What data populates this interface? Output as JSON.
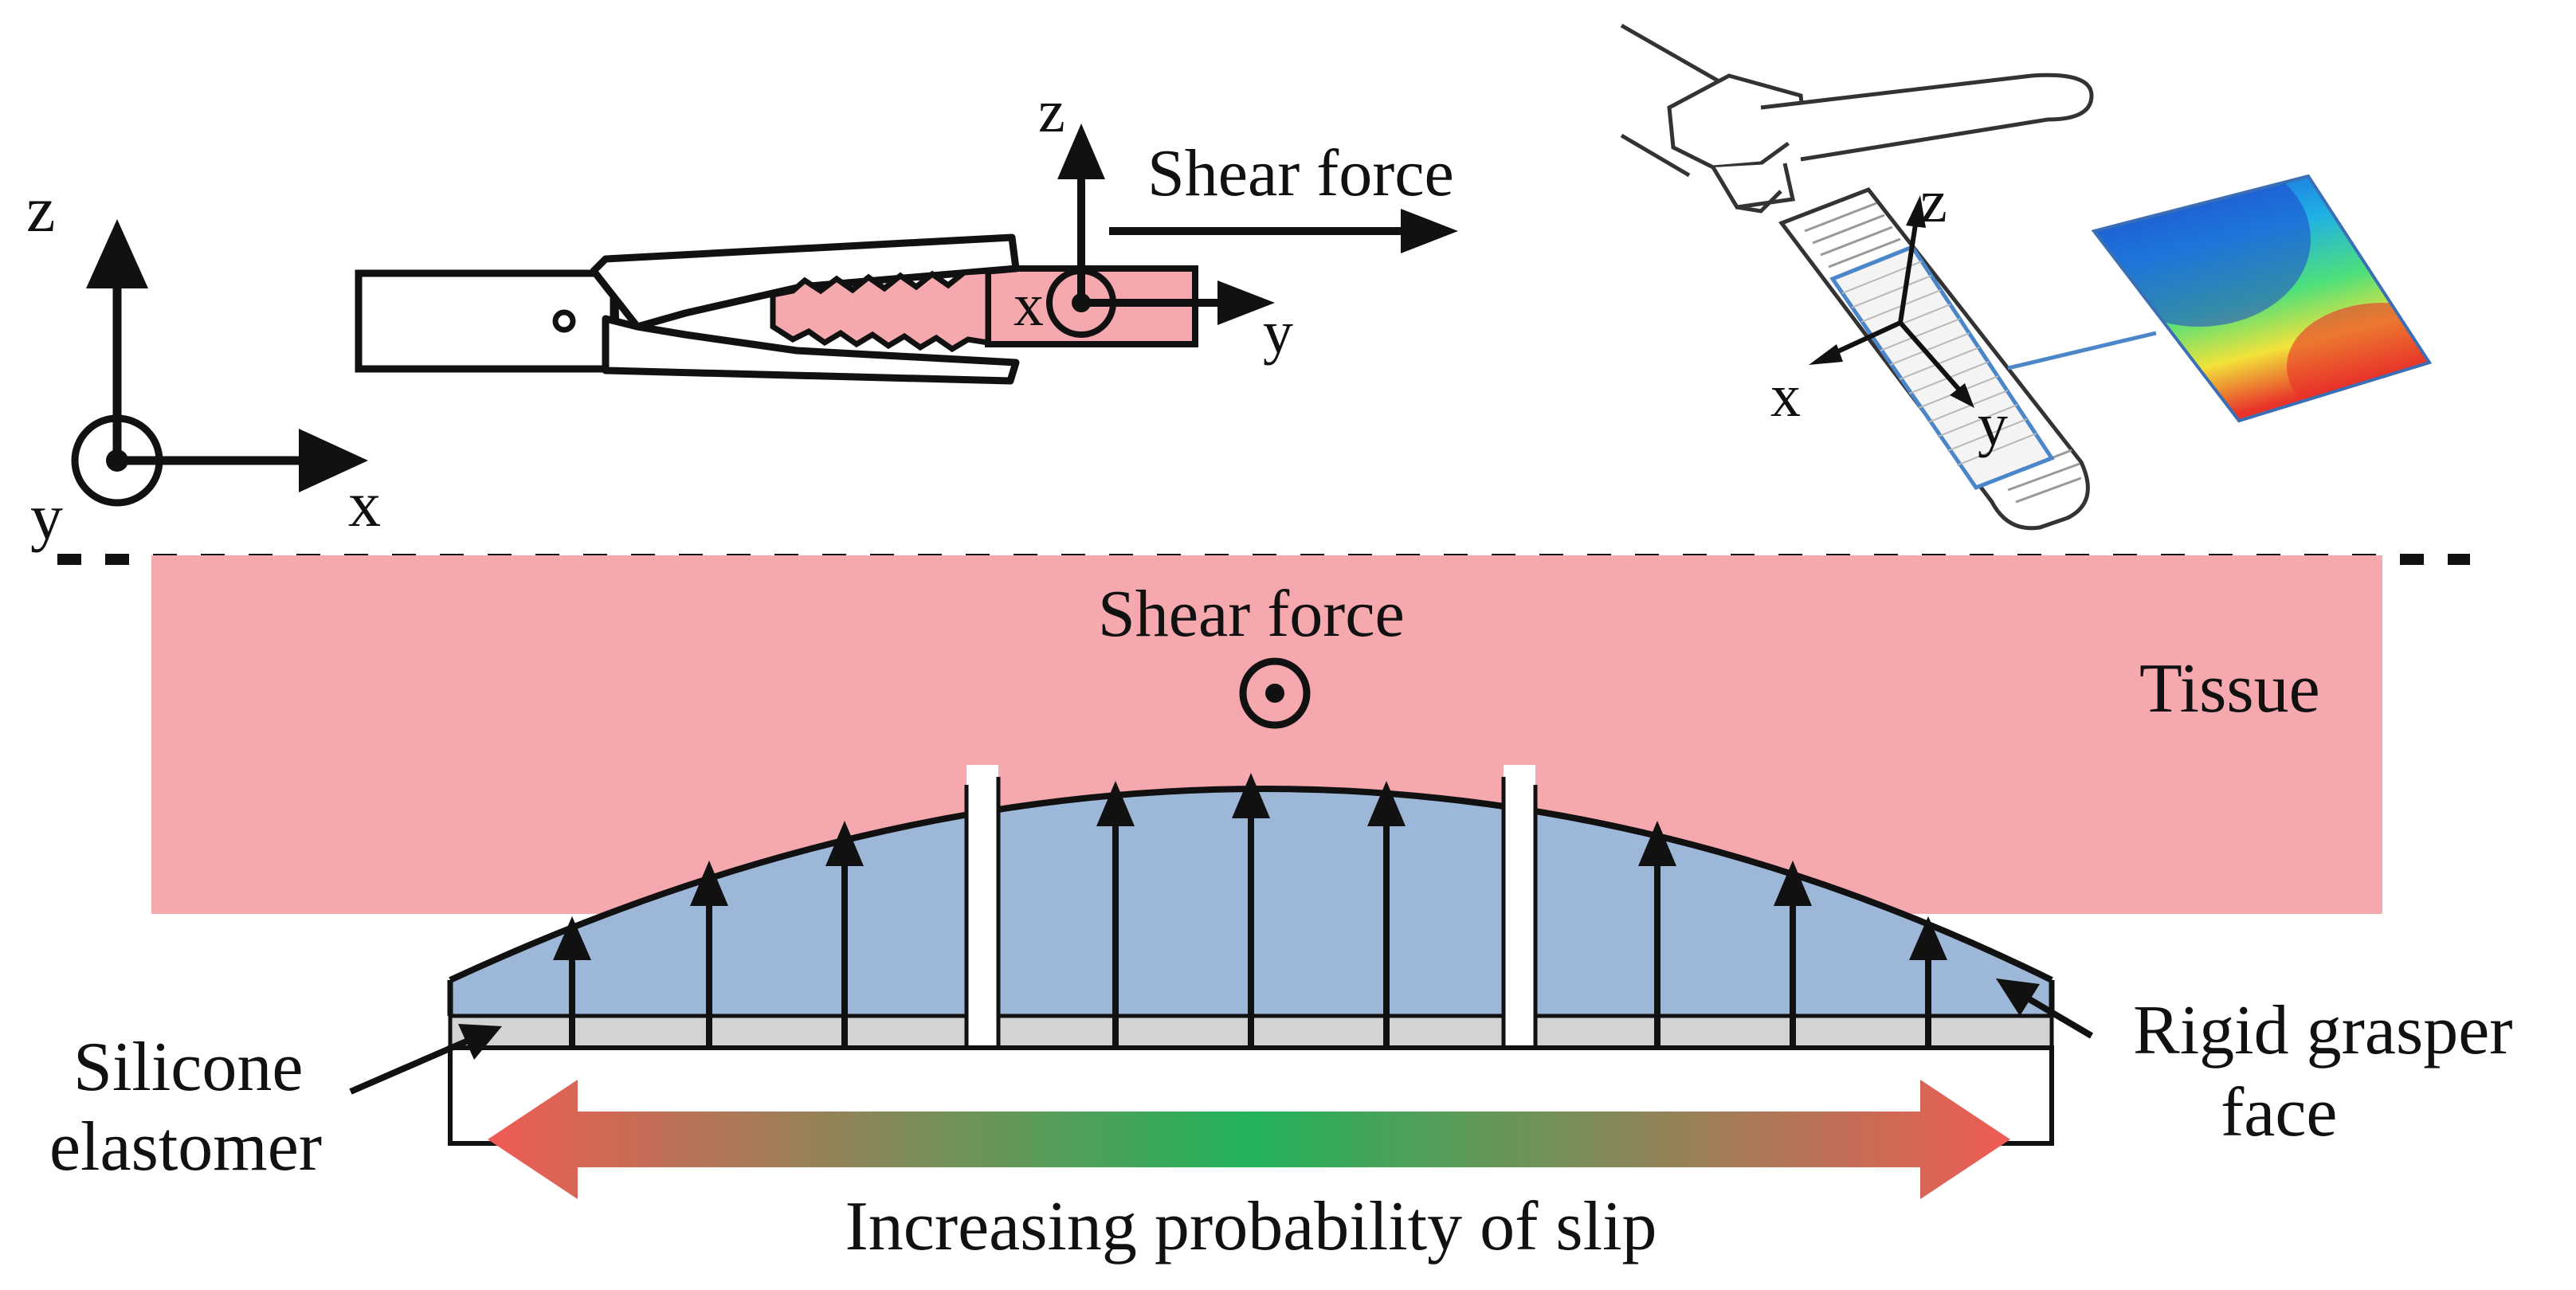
{
  "labels": {
    "axis_z_left": "z",
    "axis_y_left": "y",
    "axis_x_left": "x",
    "axis_z_top": "z",
    "axis_x_top": "x",
    "axis_y_top": "y",
    "shear_force_top": "Shear force",
    "axis_z_right": "z",
    "axis_x_right": "x",
    "axis_y_right": "y",
    "shear_force_mid": "Shear force",
    "tissue": "Tissue",
    "silicone_line1": "Silicone",
    "silicone_line2": "elastomer",
    "rigid_line1": "Rigid grasper",
    "rigid_line2": "face",
    "slip": "Increasing probability of slip"
  },
  "colors": {
    "tissue": "#f5a8ad",
    "elastomer": "#9db7d8",
    "grasper_face": "#d2d3d5",
    "ink": "#111111",
    "slip_end": "#ef5b55",
    "slip_mid": "#22b35a",
    "sensor_outline": "#4a86c8"
  }
}
